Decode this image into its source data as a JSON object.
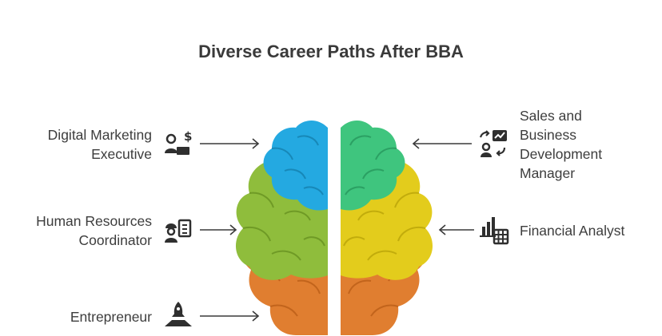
{
  "title": "Diverse Career Paths After BBA",
  "careers": {
    "digital_marketing": {
      "lines": [
        "Digital Marketing",
        "Executive"
      ],
      "icon": "marketer-dollar-icon"
    },
    "human_resources": {
      "lines": [
        "Human Resources",
        "Coordinator"
      ],
      "icon": "hr-clipboard-icon"
    },
    "entrepreneur": {
      "lines": [
        "Entrepreneur"
      ],
      "icon": "rocket-launch-icon"
    },
    "sales_bd": {
      "lines": [
        "Sales and",
        "Business",
        "Development",
        "Manager"
      ],
      "icon": "sales-growth-icon"
    },
    "financial_analyst": {
      "lines": [
        "Financial Analyst"
      ],
      "icon": "bar-chart-calculator-icon"
    }
  },
  "colors": {
    "blue": "#24a9e1",
    "teal": "#3fc57e",
    "lime": "#8fbd3c",
    "yellow": "#e3cc1c",
    "orange": "#e07e30",
    "text": "#3d3d3d",
    "icon": "#2f2f2f"
  }
}
